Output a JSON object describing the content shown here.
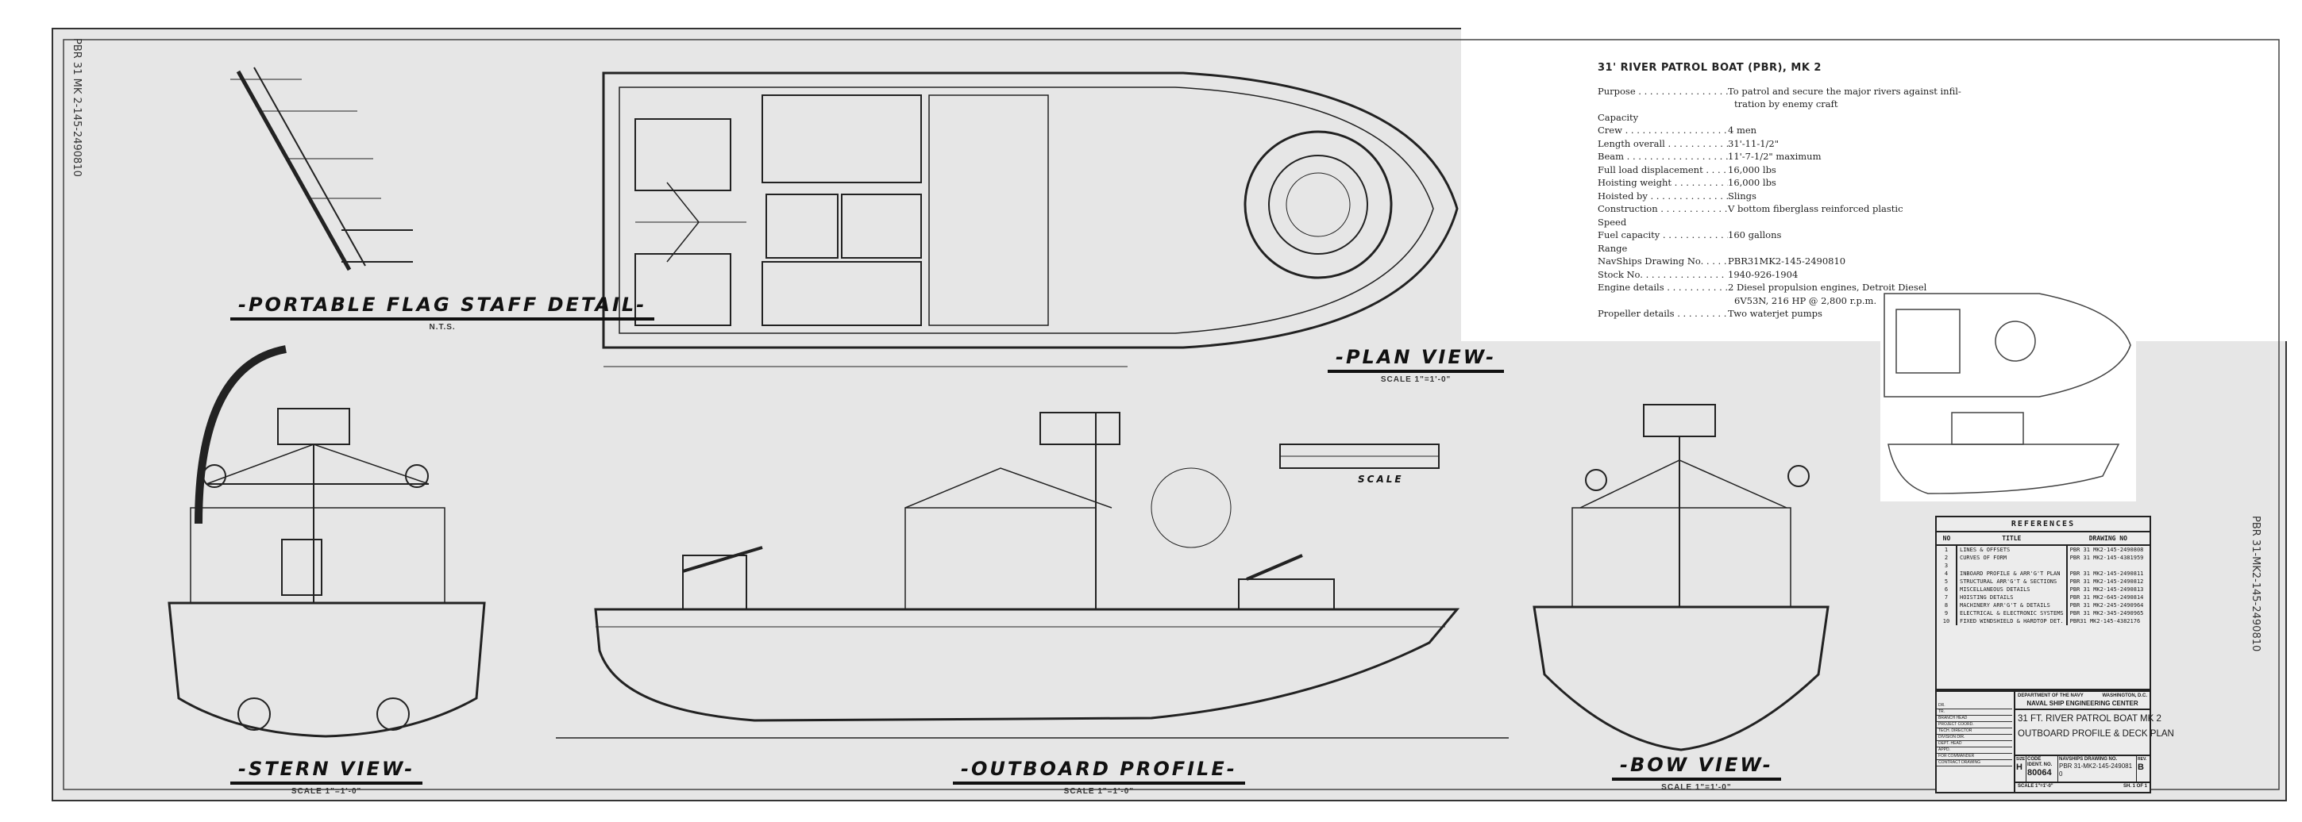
{
  "edge_text_left": "PBR 31 MK 2-145-2490810",
  "edge_text_right": "PBR 31-MK2-145-2490810",
  "views": {
    "flag_staff": {
      "label": "-PORTABLE FLAG STAFF DETAIL-",
      "sub": "N.T.S."
    },
    "plan": {
      "label": "-PLAN VIEW-",
      "sub": "SCALE 1\"=1'-0\""
    },
    "stern": {
      "label": "-STERN VIEW-",
      "sub": "SCALE 1\"=1'-0\""
    },
    "outboard": {
      "label": "-OUTBOARD PROFILE-",
      "sub": "SCALE 1\"=1'-0\""
    },
    "bow": {
      "label": "-BOW VIEW-",
      "sub": "SCALE 1\"=1'-0\""
    },
    "scale": {
      "label": "SCALE"
    }
  },
  "specs": {
    "title": "31' RIVER PATROL BOAT (PBR), MK 2",
    "rows": [
      {
        "label": "Purpose",
        "value": "To patrol and secure the major rivers against infil-",
        "cont": "tration by enemy craft"
      },
      {
        "label": "Capacity",
        "value": ""
      },
      {
        "label": "Crew",
        "value": "4 men"
      },
      {
        "label": "Length overall",
        "value": "31'-11-1/2\""
      },
      {
        "label": "Beam",
        "value": "11'-7-1/2\" maximum"
      },
      {
        "label": "Full load displacement",
        "value": "16,000 lbs"
      },
      {
        "label": "Hoisting weight",
        "value": "16,000 lbs"
      },
      {
        "label": "Hoisted by",
        "value": "Slings"
      },
      {
        "label": "Construction",
        "value": "V bottom fiberglass reinforced plastic"
      },
      {
        "label": "Speed",
        "value": ""
      },
      {
        "label": "Fuel capacity",
        "value": "160 gallons"
      },
      {
        "label": "Range",
        "value": ""
      },
      {
        "label": "NavShips Drawing No.",
        "value": "PBR31MK2-145-2490810"
      },
      {
        "label": "Stock No.",
        "value": "1940-926-1904"
      },
      {
        "label": "Engine details",
        "value": "2 Diesel propulsion engines, Detroit Diesel",
        "cont": "6V53N, 216 HP @ 2,800 r.p.m."
      },
      {
        "label": "Propeller details",
        "value": "Two waterjet pumps"
      }
    ]
  },
  "references": {
    "title": "REFERENCES",
    "columns": [
      "NO",
      "TITLE",
      "DRAWING NO"
    ],
    "rows": [
      [
        "1",
        "LINES & OFFSETS",
        "PBR 31 MK2-145-2490808"
      ],
      [
        "2",
        "CURVES OF FORM",
        "PBR 31 MK2-145-4381959"
      ],
      [
        "3",
        "",
        ""
      ],
      [
        "4",
        "INBOARD PROFILE & ARR'G'T PLAN",
        "PBR 31 MK2-145-2490811"
      ],
      [
        "5",
        "STRUCTURAL ARR'G'T & SECTIONS",
        "PBR 31 MK2-145-2490812"
      ],
      [
        "6",
        "MISCELLANEOUS DETAILS",
        "PBR 31 MK2-145-2490813"
      ],
      [
        "7",
        "HOISTING DETAILS",
        "PBR 31 MK2-645-2490814"
      ],
      [
        "8",
        "MACHINERY ARR'G'T & DETAILS",
        "PBR 31 MK2-245-2490964"
      ],
      [
        "9",
        "ELECTRICAL & ELECTRONIC SYSTEMS",
        "PBR 31 MK2-345-2490965"
      ],
      [
        "10",
        "FIXED WINDSHIELD & HARDTOP DET.",
        "PBR31 MK2-145-4382176"
      ]
    ]
  },
  "title_block": {
    "signatures": [
      "DR.",
      "TR.",
      "BRANCH HEAD",
      "PROJECT COORD.",
      "TECH. DIRECTOR",
      "DIVISION DIR.",
      "DEPT. HEAD",
      "APPD.",
      "FOR COMMANDER",
      "CONTRACT DRAWING"
    ],
    "department": "DEPARTMENT OF THE NAVY",
    "location": "WASHINGTON, D.C.",
    "center": "NAVAL SHIP ENGINEERING CENTER",
    "title_line1": "31 FT. RIVER PATROL BOAT MK 2",
    "title_line2": "OUTBOARD PROFILE & DECK PLAN",
    "size_label": "SIZE",
    "size": "H",
    "code_label": "CODE IDENT. NO.",
    "code": "80064",
    "drawing_label": "NAVSHIPS DRAWING NO.",
    "drawing_no": "PBR 31-MK2-145-2490810",
    "rev_label": "REV.",
    "rev": "B",
    "scale": "SCALE 1\"=1'-0\"",
    "sheet": "SH. 1 OF 1"
  }
}
